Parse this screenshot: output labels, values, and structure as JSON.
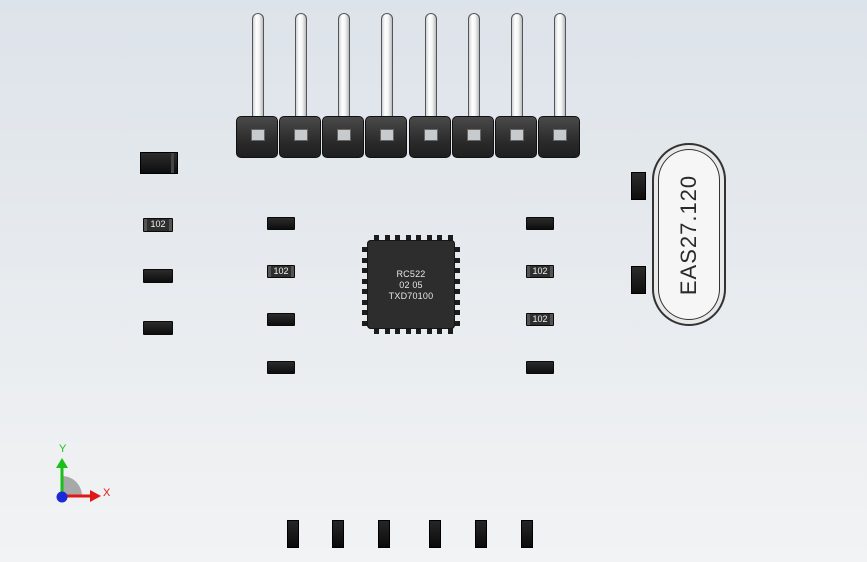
{
  "resistor_label": "102",
  "ic": {
    "line1": "RC522",
    "line2": "02 05",
    "line3": "TXD70100"
  },
  "crystal_label": "EAS27.120",
  "axes": {
    "x_label": "X",
    "y_label": "Y",
    "colors": {
      "x": "#e01818",
      "y": "#19c019",
      "z": "#1a2ad8"
    }
  }
}
